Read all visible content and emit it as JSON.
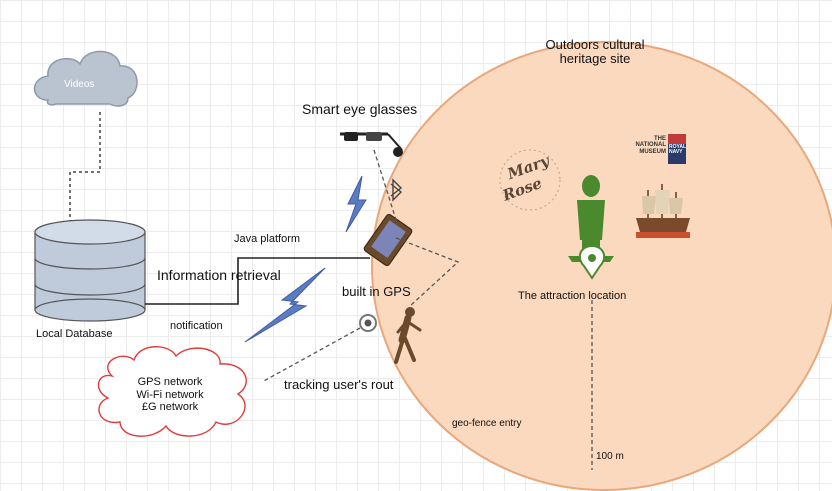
{
  "diagram": {
    "site_title_line1": "Outdoors cultural",
    "site_title_line2": "heritage site",
    "smart_glasses": "Smart eye glasses",
    "cloud_videos": "Videos",
    "local_database": "Local Database",
    "java_platform": "Java platform",
    "information_retrieval": "Information retrieval",
    "notification": "notification",
    "built_in_gps": "built in GPS",
    "tracking": "tracking user's rout",
    "networks": [
      "GPS network",
      "Wi-Fi network",
      "£G network"
    ],
    "attraction_location": "The attraction location",
    "geo_fence_entry": "geo-fence entry",
    "distance": "100 m",
    "museum_logo": [
      "THE",
      "NATIONAL",
      "MUSEUM",
      "ROYAL",
      "NAVY"
    ],
    "mary_rose_logo": "the Mary Rose"
  },
  "colors": {
    "site_fill": "#fad9bf",
    "site_stroke": "#e8a87c",
    "cloud_fill": "#b9c4d0",
    "database_fill": "#bfcadb",
    "network_cloud_stroke": "#e03c3c",
    "lightning": "#5b7cc5",
    "statue": "#4a8a2c",
    "walker": "#6b4a2b"
  }
}
